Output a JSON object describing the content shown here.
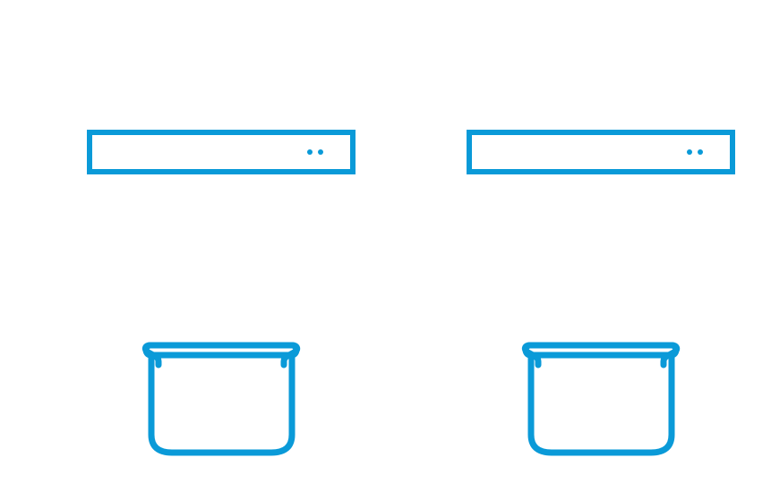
{
  "colors": {
    "accent": "#0a9ad8",
    "background": "#ffffff"
  },
  "items": [
    {
      "kind": "rack-unit",
      "icon": "rack-unit-icon",
      "indicator_lights": 2
    },
    {
      "kind": "rack-unit",
      "icon": "rack-unit-icon",
      "indicator_lights": 2
    },
    {
      "kind": "pot",
      "icon": "cooking-pot-icon"
    },
    {
      "kind": "pot",
      "icon": "cooking-pot-icon"
    }
  ]
}
